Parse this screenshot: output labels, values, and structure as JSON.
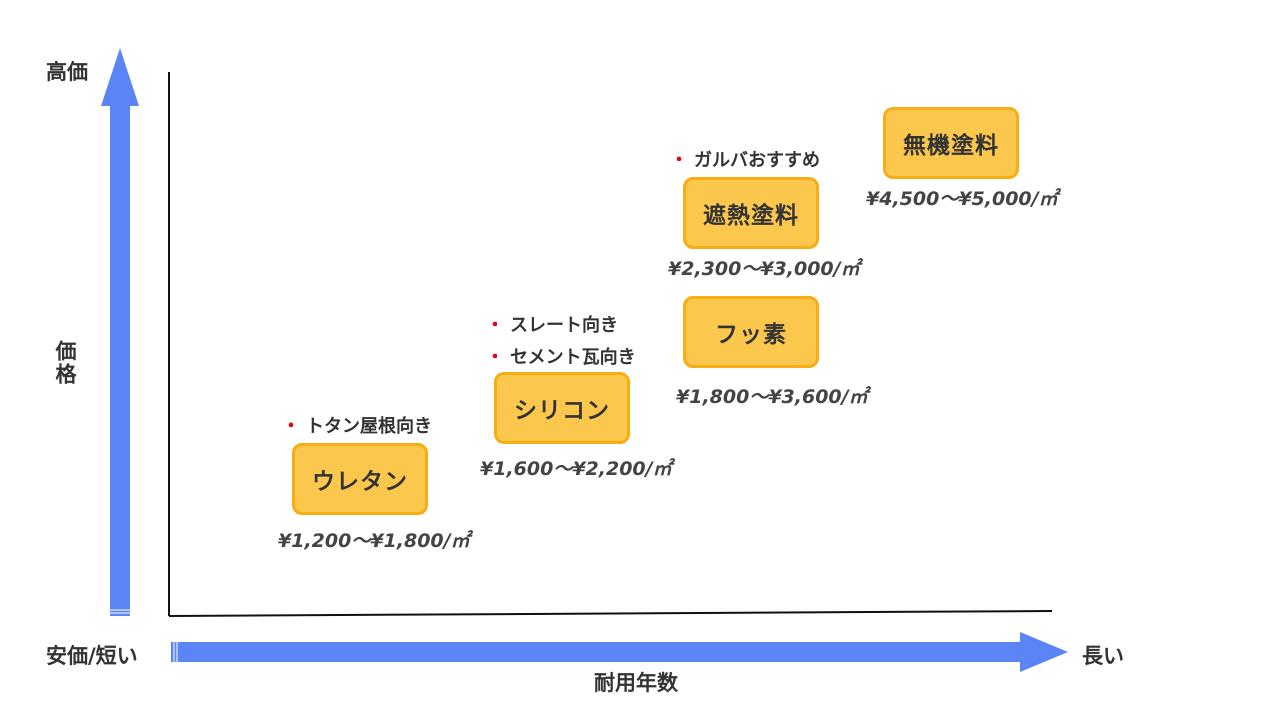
{
  "axes": {
    "y_high_label": "高価",
    "y_axis_label": "価格",
    "origin_label": "安価/短い",
    "x_long_label": "長い",
    "x_axis_label": "耐用年数"
  },
  "colors": {
    "arrow": "#5b85f5",
    "box_fill": "#fcc74d",
    "box_border": "#f6ae14",
    "bullet": "#e60012"
  },
  "coatings": [
    {
      "name": "ウレタン",
      "price": "¥1,200〜¥1,800/㎡",
      "notes": [
        "トタン屋根向き"
      ]
    },
    {
      "name": "シリコン",
      "price": "¥1,600〜¥2,200/㎡",
      "notes": [
        "スレート向き",
        "セメント瓦向き"
      ]
    },
    {
      "name": "フッ素",
      "price": "¥1,800〜¥3,600/㎡",
      "notes": []
    },
    {
      "name": "遮熱塗料",
      "price": "¥2,300〜¥3,000/㎡",
      "notes": [
        "ガルバおすすめ"
      ]
    },
    {
      "name": "無機塗料",
      "price": "¥4,500〜¥5,000/㎡",
      "notes": []
    }
  ]
}
